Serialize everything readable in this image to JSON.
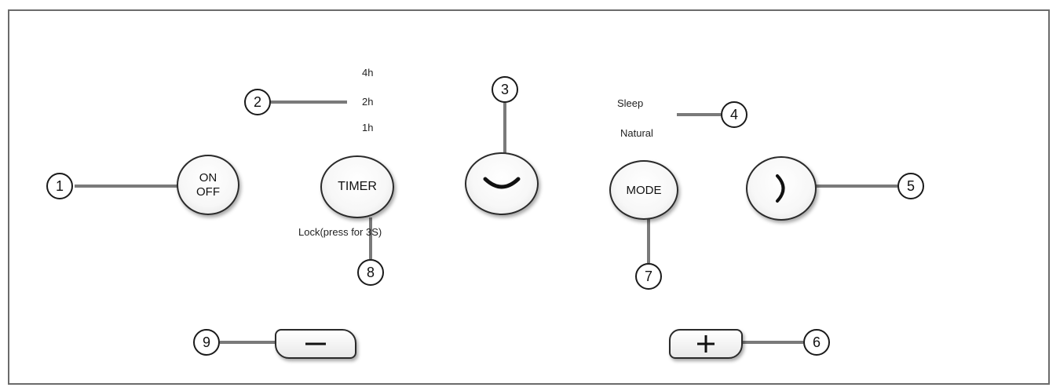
{
  "timer_options": [
    "4h",
    "2h",
    "1h"
  ],
  "mode_options": [
    "Sleep",
    "Natural"
  ],
  "buttons": {
    "onoff_line1": "ON",
    "onoff_line2": "OFF",
    "timer": "TIMER",
    "mode": "MODE"
  },
  "lock_label": "Lock(press for 3S)",
  "callouts": [
    "1",
    "2",
    "3",
    "4",
    "5",
    "6",
    "7",
    "8",
    "9"
  ],
  "icons": {
    "swing": "swing-arc-icon",
    "fan_speed": "fan-speed-arc-icon",
    "minus": "minus-icon",
    "plus": "plus-icon"
  },
  "colors": {
    "leader_line": "#7a7a7a",
    "outline": "#2a2a2a"
  }
}
